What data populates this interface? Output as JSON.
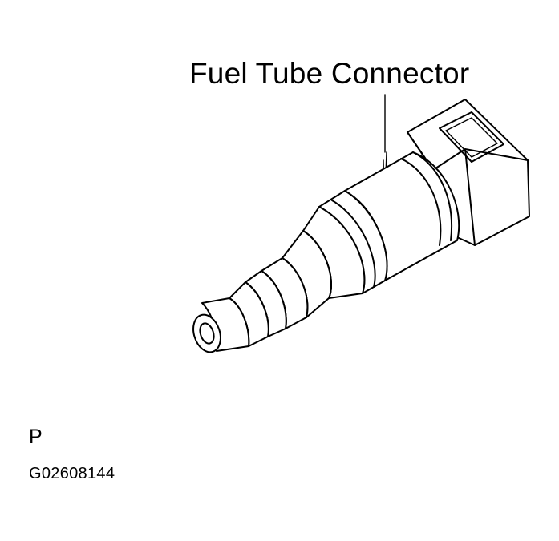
{
  "diagram": {
    "callout_label": "Fuel Tube Connector",
    "view_letter": "P",
    "figure_code": "G02608144",
    "ink_color": "#000000",
    "background_color": "#ffffff"
  }
}
